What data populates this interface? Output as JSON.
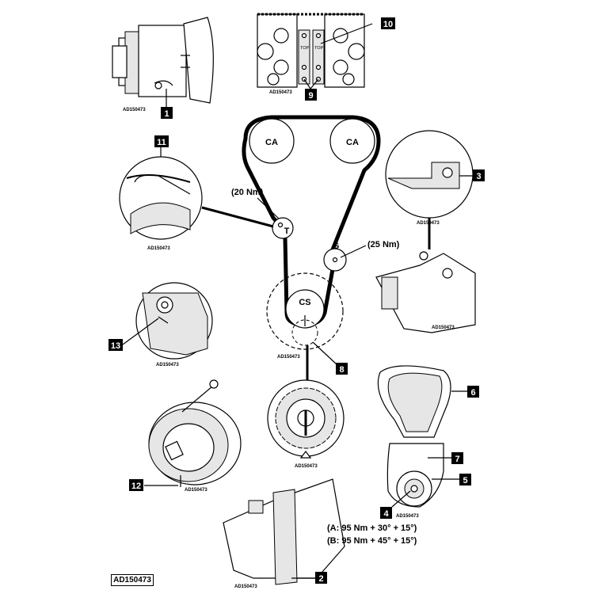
{
  "reference_code": "AD150473",
  "sprockets": {
    "camshaft_left": "CA",
    "camshaft_right": "CA",
    "tensioner": "T",
    "idler": "G",
    "crankshaft": "CS"
  },
  "torques": {
    "tensioner": "(20 Nm)",
    "idler": "(25 Nm)",
    "crankshaft_a": "(A: 95 Nm + 30° + 15°)",
    "crankshaft_b": "(B: 95 Nm + 45° + 15°)"
  },
  "cam_tool_labels": [
    "TOP",
    "TOP"
  ],
  "callouts": [
    "1",
    "2",
    "3",
    "4",
    "5",
    "6",
    "7",
    "8",
    "9",
    "10",
    "11",
    "12",
    "13"
  ],
  "footer_label": "AD150473"
}
